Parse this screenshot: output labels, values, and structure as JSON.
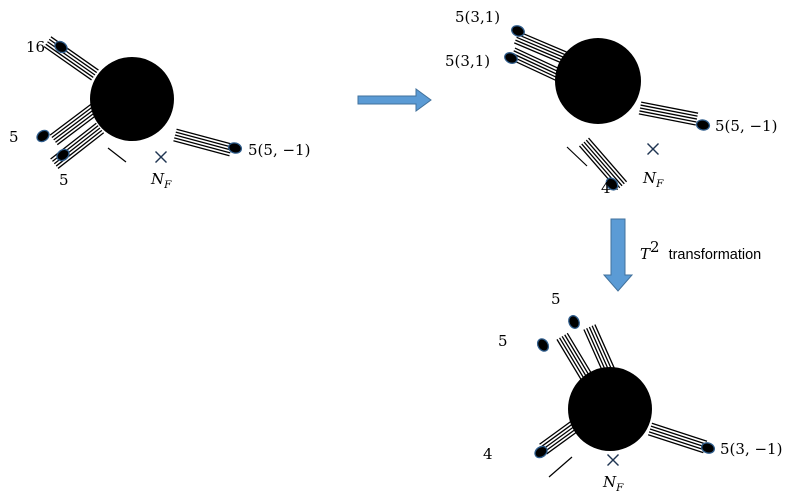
{
  "panel_a": {
    "label_top": "16",
    "label_left_upper": "5",
    "label_left_lower": "5",
    "label_right": "5(5, −1)",
    "flavor_symbol": "N",
    "flavor_sub": "F"
  },
  "panel_b": {
    "label_top_1": "5(3,1)",
    "label_top_2": "5(3,1)",
    "label_right": "5(5, −1)",
    "label_bottom": "4",
    "flavor_symbol": "N",
    "flavor_sub": "F"
  },
  "panel_c": {
    "label_top": "5",
    "label_left": "5",
    "label_bottom_left": "4",
    "label_right": "5(3, −1)",
    "flavor_symbol": "N",
    "flavor_sub": "F"
  },
  "arrow_down": {
    "symbol": "T",
    "power": "2",
    "text": "transformation"
  },
  "colors": {
    "arrow_fill": "#5b9bd5",
    "arrow_stroke": "#41719c",
    "cap_outline": "#2f5d8c",
    "cross": "#1f3552"
  }
}
